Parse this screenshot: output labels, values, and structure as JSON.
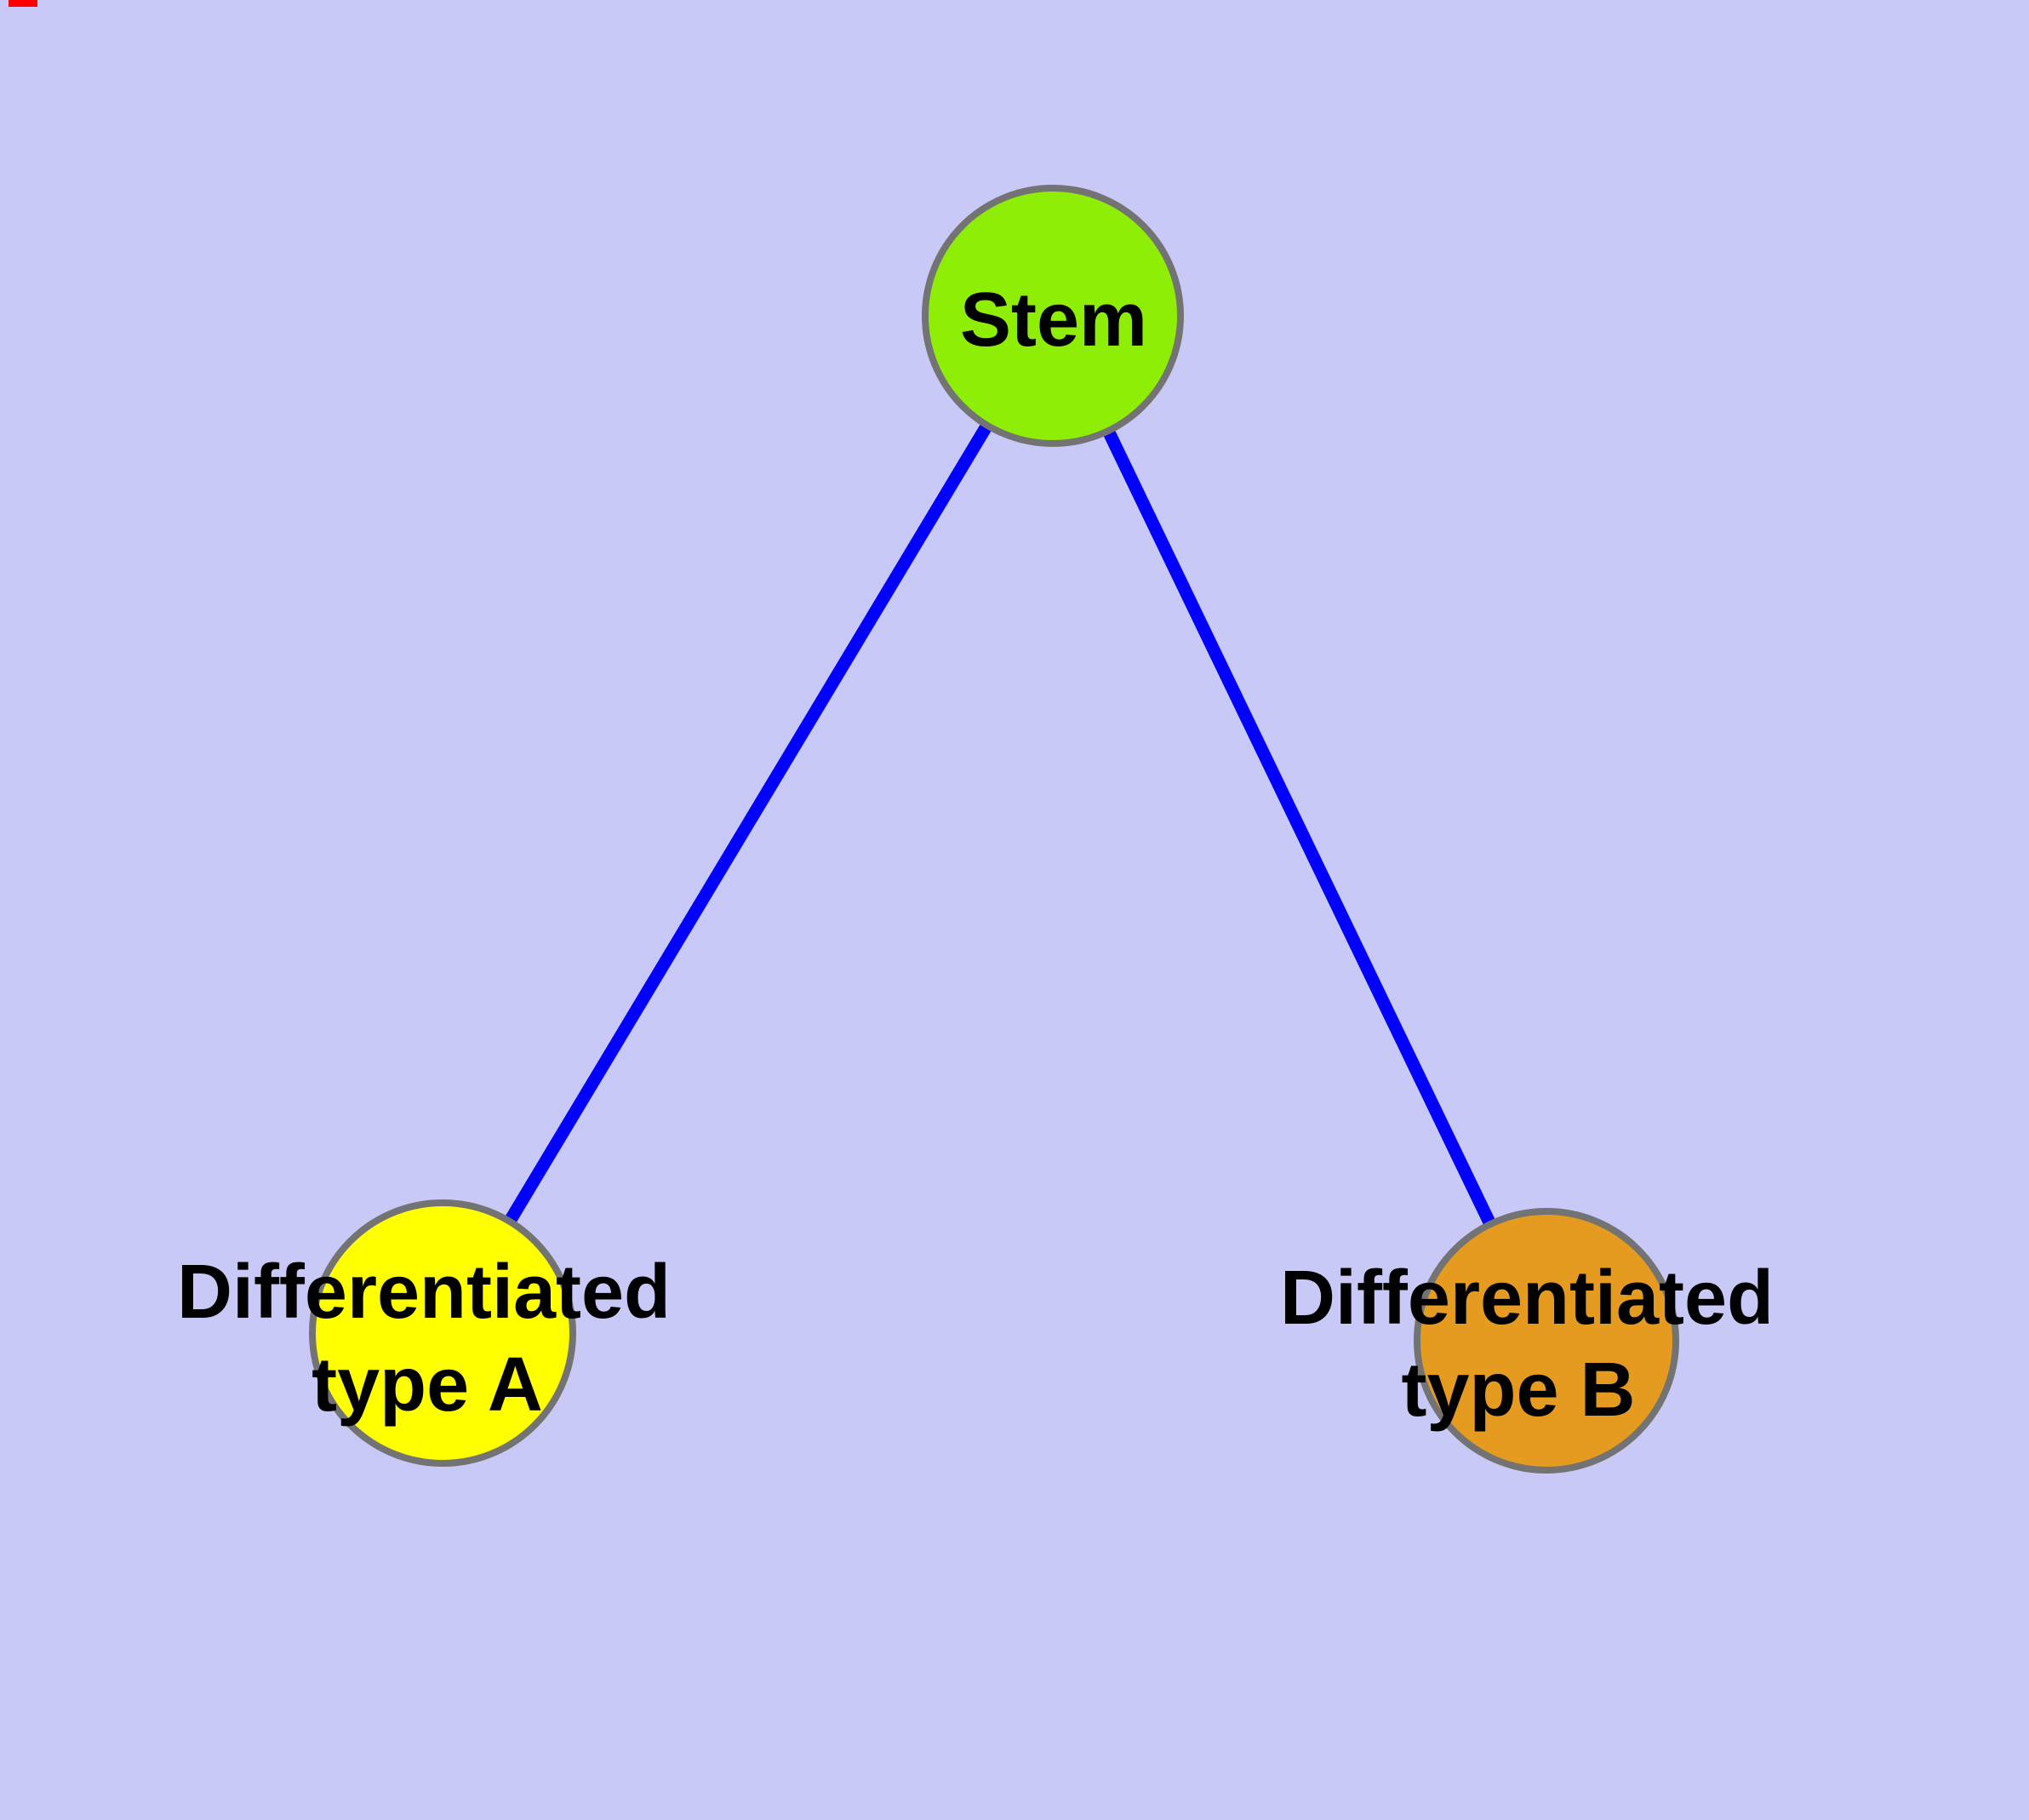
{
  "diagram": {
    "background_color": "#C9C9F7",
    "edge_color": "#0101FD",
    "node_border_color": "#737373",
    "label_color": "#000000",
    "nodes": [
      {
        "id": "stem",
        "label": "Stem",
        "fill": "#8FEE06"
      },
      {
        "id": "differentiated-type-a",
        "label_line1": "Differentiated",
        "label_line2": "type A",
        "fill": "#FFFF00"
      },
      {
        "id": "differentiated-type-b",
        "label_line1": "Differentiated",
        "label_line2": "type B",
        "fill": "#E49B20"
      }
    ],
    "edges": [
      {
        "from": "stem",
        "to": "differentiated-type-a"
      },
      {
        "from": "stem",
        "to": "differentiated-type-b"
      }
    ],
    "top_edge_artifact_color": "#FF0000"
  }
}
